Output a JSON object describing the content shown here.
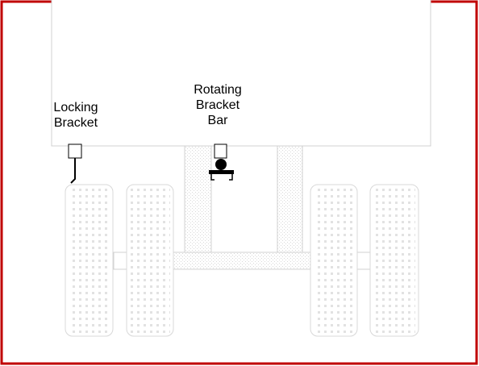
{
  "labels": {
    "locking_bracket": [
      "Locking",
      "Bracket"
    ],
    "rotating_bracket_bar": [
      "Rotating",
      "Bracket",
      "Bar"
    ]
  },
  "colors": {
    "frame_border": "#c00000",
    "outline": "#d0d0d0",
    "tread_dot": "#e2e2e2",
    "stipple": "#d8d8d8",
    "bracket": "#000000"
  }
}
